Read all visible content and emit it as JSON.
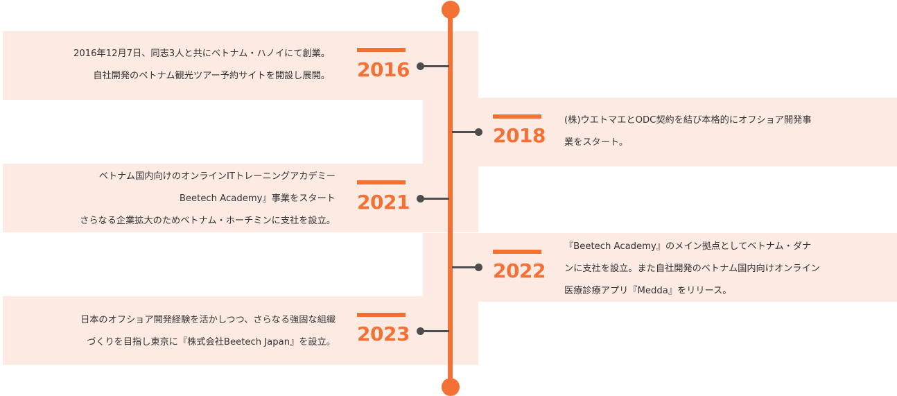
{
  "timeline": {
    "events": [
      {
        "year": "2016",
        "lines": [
          "2016年12月7日、同志3人と共にベトナム・ハノイにて創業。",
          "自社開発のベトナム観光ツアー予約サイトを開設し展開。"
        ]
      },
      {
        "year": "2018",
        "lines": [
          "(株)ウエトマエとODC契約を結び本格的にオフショア開発事",
          "業をスタート。"
        ]
      },
      {
        "year": "2021",
        "lines": [
          "ベトナム国内向けのオンラインITトレーニングアカデミー",
          "Beetech Academy』事業をスタート",
          "さらなる企業拡大のためベトナム・ホーチミンに支社を設立。"
        ]
      },
      {
        "year": "2022",
        "lines": [
          "『Beetech Academy』のメイン拠点としてベトナム・ダナ",
          "ンに支社を設立。また自社開発のベトナム国内向けオンライン",
          "医療診療アプリ『Medda』をリリース。"
        ]
      },
      {
        "year": "2023",
        "lines": [
          "日本のオフショア開発経験を活かしつつ、さらなる強固な組織",
          "づくりを目指し東京に『株式会社Beetech Japan』を設立。"
        ]
      }
    ]
  }
}
